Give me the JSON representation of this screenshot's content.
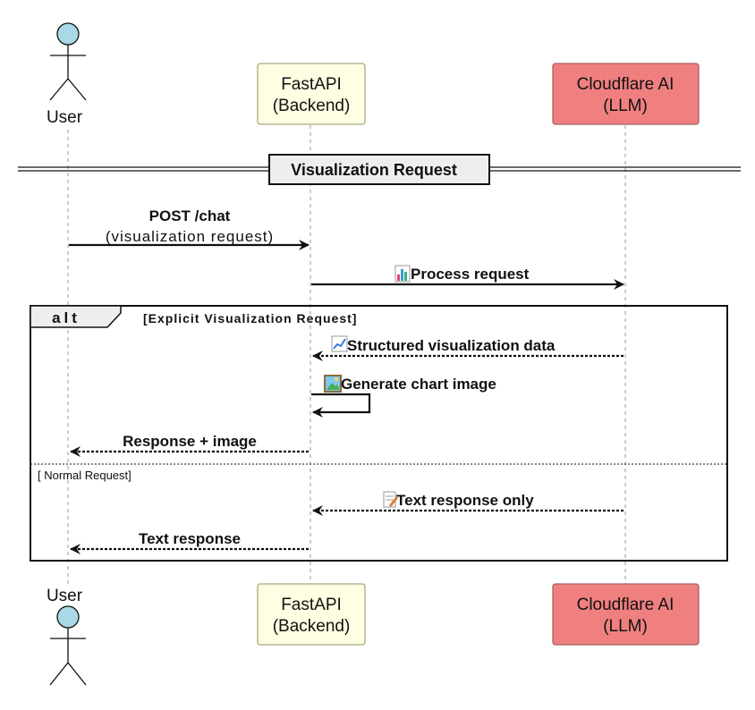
{
  "participants": [
    {
      "id": "user",
      "label": "User",
      "kind": "actor"
    },
    {
      "id": "backend",
      "lines": [
        "FastAPI",
        "(Backend)"
      ],
      "fill": "#fefee2",
      "border": "#a8a886"
    },
    {
      "id": "llm",
      "lines": [
        "Cloudflare AI",
        "(LLM)"
      ],
      "fill": "#f08080",
      "border": "#a86060"
    }
  ],
  "divider": {
    "label": "Visualization Request"
  },
  "messages": {
    "post_chat": {
      "line1": "POST /chat",
      "line2": "(visualization request)"
    },
    "process": {
      "label": "Process request",
      "icon": "bar-chart-icon"
    },
    "structured": {
      "label": "Structured visualization data",
      "icon": "line-chart-icon"
    },
    "generate": {
      "label": "Generate chart image",
      "icon": "picture-icon"
    },
    "response_image": {
      "label": "Response + image"
    },
    "text_only": {
      "label": "Text response only",
      "icon": "memo-icon"
    },
    "text_response": {
      "label": "Text response"
    }
  },
  "alt": {
    "keyword": "alt",
    "condition1": "[Explicit Visualization Request]",
    "condition2": "[ Normal Request]"
  },
  "colors": {
    "actor_head": "#a9d8e6",
    "line": "#111111",
    "lifeline": "#999999"
  }
}
